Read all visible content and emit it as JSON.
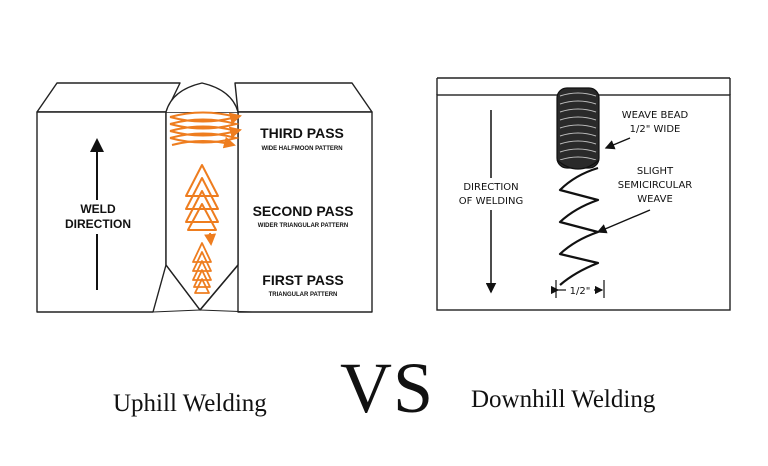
{
  "left_panel": {
    "weld_direction": [
      "WELD",
      "DIRECTION"
    ],
    "passes": [
      {
        "title": "THIRD PASS",
        "subtitle": "WIDE HALFMOON PATTERN"
      },
      {
        "title": "SECOND PASS",
        "subtitle": "WIDER TRIANGULAR PATTERN"
      },
      {
        "title": "FIRST PASS",
        "subtitle": "TRIANGULAR PATTERN"
      }
    ],
    "accent_color": "#ee7d1f"
  },
  "right_panel": {
    "direction_label": [
      "DIRECTION",
      "OF WELDING"
    ],
    "weave_bead_label": [
      "WEAVE BEAD",
      "1/2\" WIDE"
    ],
    "semicircular_label": [
      "SLIGHT",
      "SEMICIRCULAR",
      "WEAVE"
    ],
    "width_label": "1/2\""
  },
  "captions": {
    "left": "Uphill Welding",
    "vs": "VS",
    "right": "Downhill Welding"
  }
}
